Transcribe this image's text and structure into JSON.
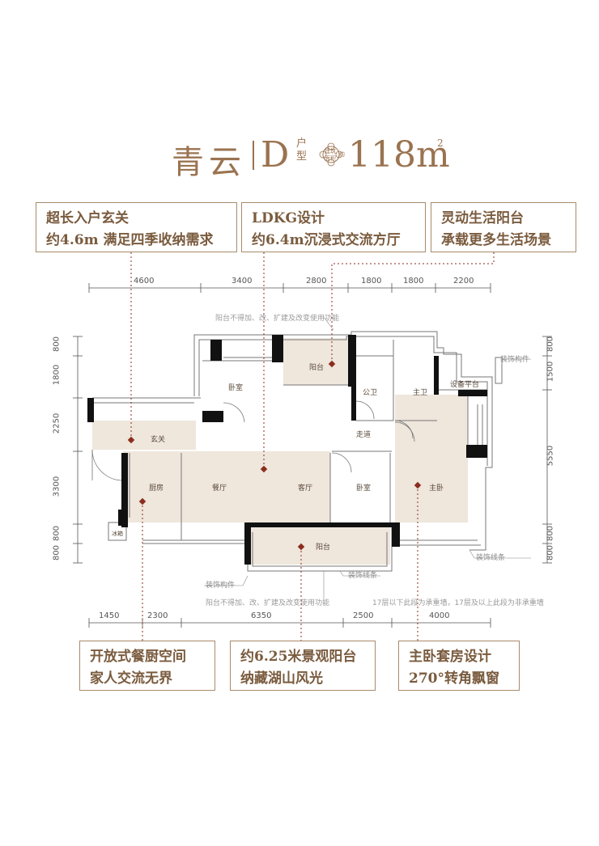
{
  "title": {
    "name": "青云",
    "type_letter": "D",
    "type_suffix": "户型",
    "badge_line1": "建筑",
    "badge_line2": "面积",
    "badge_side": "约",
    "area": "118m",
    "area_sup": "2"
  },
  "features_top": [
    {
      "line1": "超长入户玄关",
      "line2": "约4.6m 满足四季收纳需求"
    },
    {
      "line1": "LDKG设计",
      "line2": "约6.4m沉浸式交流方厅"
    },
    {
      "line1": "灵动生活阳台",
      "line2": "承载更多生活场景"
    }
  ],
  "features_bottom": [
    {
      "line1": "开放式餐厨空间",
      "line2": "家人交流无界"
    },
    {
      "line1": "约6.25米景观阳台",
      "line2": "纳藏湖山风光"
    },
    {
      "line1": "主卧套房设计",
      "line2": "270°转角飘窗"
    }
  ],
  "dims_top": [
    "4600",
    "3400",
    "2800",
    "1800",
    "1800",
    "2200"
  ],
  "dims_bottom": [
    "1450",
    "2300",
    "6350",
    "2500",
    "4000"
  ],
  "dims_left": [
    "800",
    "1800",
    "2250",
    "3300",
    "800",
    "800"
  ],
  "dims_right": [
    "800",
    "1500",
    "5550",
    "800",
    "800"
  ],
  "rooms": {
    "balcony_top": "阳台",
    "bedroom2": "卧室",
    "public_bath": "公卫",
    "master_bath": "主卫",
    "equipment": "设备平台",
    "entry": "玄关",
    "corridor": "走道",
    "kitchen": "厨房",
    "dining": "餐厅",
    "living": "客厅",
    "bedroom3": "卧室",
    "master_bed": "主卧",
    "balcony_bottom": "阳台",
    "fridge": "冰箱"
  },
  "notes": {
    "top_balcony": "阳台不得加、改、扩建及改变使用功能",
    "bottom_balcony": "阳台不得加、改、扩建及改变使用功能",
    "wall": "17层以下此段为承重墙，17层及以上此段为非承重墙"
  },
  "tags": {
    "deco_right": "装饰构件",
    "deco_line_right": "装饰线条",
    "deco_left": "装饰构件",
    "deco_line_bottom": "装饰线条"
  },
  "colors": {
    "accent": "#9a7350",
    "fill": "#efe6dc",
    "wall": "#111111",
    "pin": "#8b2e1e"
  }
}
